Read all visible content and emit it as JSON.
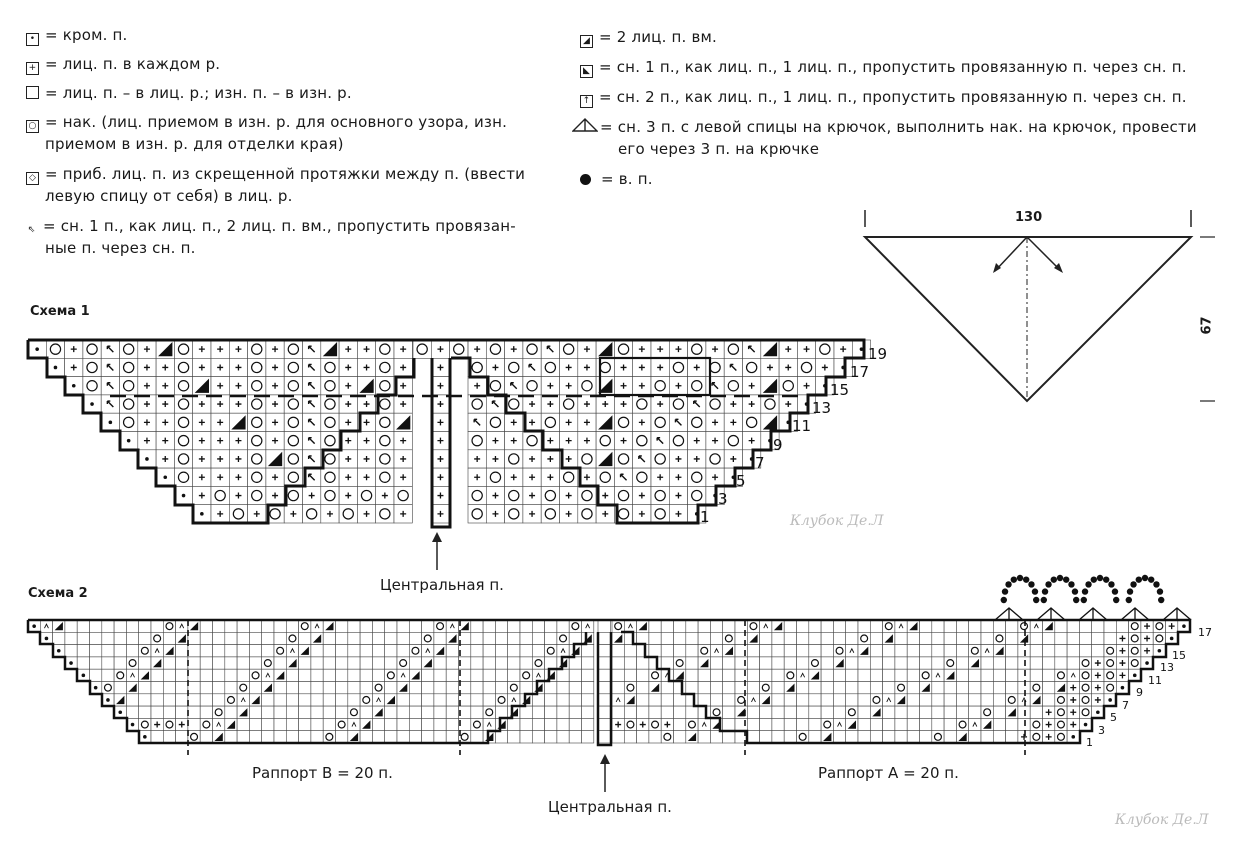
{
  "legend_left": [
    {
      "symbol": "selvage-dot",
      "text": "= кром. п."
    },
    {
      "symbol": "plus",
      "text": "= лиц. п. в каждом р."
    },
    {
      "symbol": "empty",
      "text": "= лиц. п. – в лиц. р.; изн. п. – в изн. р."
    },
    {
      "symbol": "yo",
      "text": "= нак. (лиц. приемом в изн. р. для основного узора, изн.",
      "text2": "приемом в изн. р. для отделки края)"
    },
    {
      "symbol": "diamond",
      "text": "= приб. лиц. п. из скрещенной протяжки между п. (ввести",
      "text2": "левую спицу от себя) в лиц. р."
    },
    {
      "symbol": "sk2p",
      "text": "= сн. 1 п., как лиц. п., 2 лиц. п. вм., пропустить провязан-",
      "text2": "ные п. через сн. п."
    }
  ],
  "legend_right": [
    {
      "symbol": "k2tog",
      "text": "= 2 лиц. п. вм."
    },
    {
      "symbol": "skp",
      "text": "= сн. 1 п., как лиц. п., 1 лиц. п., пропустить провязанную п. через сн. п."
    },
    {
      "symbol": "s2kp",
      "text": "= сн. 2 п., как лиц. п., 1 лиц. п., пропустить провязанную п. через сн. п."
    },
    {
      "symbol": "crochet3",
      "text": "= сн. 3 п. с левой спицы на крючок, выполнить нак. на крючок, провести",
      "text2": "его через 3 п. на крючке"
    },
    {
      "symbol": "chain",
      "text": "= в. п."
    }
  ],
  "shape": {
    "width_label": "130",
    "height_label": "67"
  },
  "scheme1": {
    "title": "Схема 1",
    "row_numbers": [
      "1",
      "3",
      "5",
      "7",
      "9",
      "11",
      "13",
      "15",
      "17",
      "19"
    ],
    "center_label": "Центральная п."
  },
  "scheme2": {
    "title": "Схема 2",
    "row_numbers": [
      "1",
      "3",
      "5",
      "7",
      "9",
      "11",
      "13",
      "15",
      "17"
    ],
    "rapport_b": "Раппорт В = 20 п.",
    "rapport_a": "Раппорт А = 20 п.",
    "center_label": "Центральная п."
  },
  "watermarks": [
    "Клубок Де.Л",
    "Клубок Де.Л"
  ]
}
